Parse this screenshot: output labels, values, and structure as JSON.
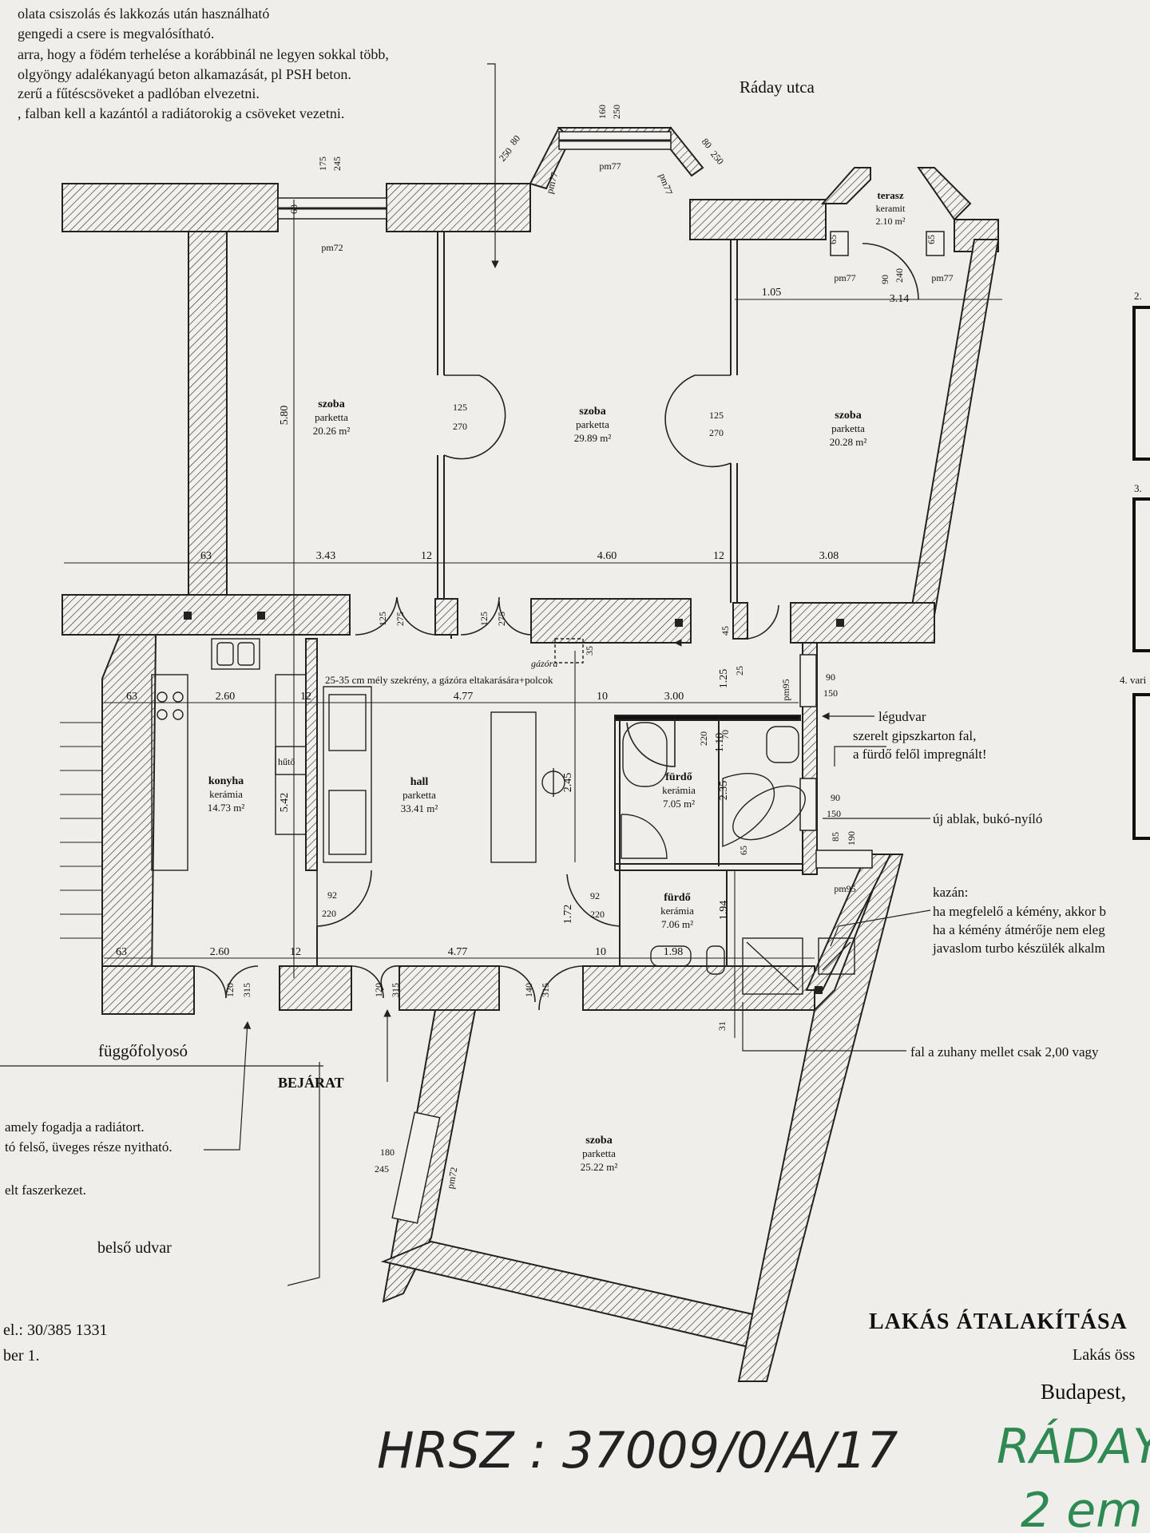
{
  "notes": [
    "olata csiszolás és lakkozás után használható",
    "gengedi a csere is megvalósítható.",
    "arra, hogy a födém terhelése a korábbinál ne legyen sokkal több,",
    "olgyöngy adalékanyagú beton alkamazását, pl PSH beton.",
    "zerű a fűtéscsöveket a padlóban elvezetni.",
    ", falban kell a kazántól a radiátorokig a csöveket vezetni."
  ],
  "street": "Ráday utca",
  "rooms": {
    "szoba1": {
      "name": "szoba",
      "floor": "parketta",
      "area": "20.26 m²"
    },
    "szoba2": {
      "name": "szoba",
      "floor": "parketta",
      "area": "29.89 m²"
    },
    "szoba3": {
      "name": "szoba",
      "floor": "parketta",
      "area": "20.28 m²"
    },
    "terasz": {
      "name": "terasz",
      "floor": "keramit",
      "area": "2.10 m²"
    },
    "konyha": {
      "name": "konyha",
      "floor": "kerámia",
      "area": "14.73 m²"
    },
    "hall": {
      "name": "hall",
      "floor": "parketta",
      "area": "33.41 m²"
    },
    "furdo1": {
      "name": "fürdő",
      "floor": "kerámia",
      "area": "7.05 m²"
    },
    "furdo2": {
      "name": "fürdő",
      "floor": "kerámia",
      "area": "7.06 m²"
    },
    "szoba4": {
      "name": "szoba",
      "floor": "parketta",
      "area": "25.22 m²"
    }
  },
  "dims": {
    "d63a": "63",
    "d343": "3.43",
    "d12a": "12",
    "d460": "4.60",
    "d12b": "12",
    "d308": "3.08",
    "d63b": "63",
    "d260a": "2.60",
    "d12c": "12",
    "d477a": "4.77",
    "d10a": "10",
    "d300": "3.00",
    "d63c": "63",
    "d260b": "2.60",
    "d12d": "12",
    "d477b": "4.77",
    "d10b": "10",
    "d198": "1.98",
    "d580": "5.80",
    "d542": "5.42",
    "d105": "1.05",
    "d314": "3.14",
    "d245": "2.45",
    "d235": "2.35",
    "d194": "1.94",
    "d172": "1.72",
    "d110": "1.10",
    "d125": "1.25"
  },
  "openings": {
    "w175": "175",
    "w245": "245",
    "w160": "160",
    "w250": "250",
    "w80a": "80",
    "w250b": "250",
    "w80b": "80",
    "w250c": "250",
    "d125a": "125",
    "d270a": "270",
    "d125b": "125",
    "d270b": "270",
    "d125c": "125",
    "d275a": "275",
    "d125d": "125",
    "d275b": "275",
    "d92a": "92",
    "d220a": "220",
    "d92b": "92",
    "d220b": "220",
    "d120a": "120",
    "d315a": "315",
    "d120b": "120",
    "d315b": "315",
    "d140": "140",
    "d315c": "315",
    "w90a": "90",
    "w150a": "150",
    "w90b": "90",
    "w150b": "150",
    "w180": "180",
    "w245b": "245",
    "pm72a": "pm72",
    "pm77a": "pm77",
    "pm77b": "pm77",
    "pm77c": "pm77",
    "pm77d": "pm77",
    "pm77e": "pm77",
    "pm95a": "pm95",
    "pm95b": "pm95",
    "pm72b": "pm72",
    "pm63": "63",
    "pm65a": "65",
    "pm65b": "65",
    "pm240": "240",
    "pm90": "90",
    "d70": "70",
    "d220c": "220",
    "d45": "45",
    "d35": "35",
    "d25": "25",
    "d85": "85",
    "d190": "190",
    "d31": "31",
    "d65": "65"
  },
  "annotations": {
    "szekreny": "25-35 cm mély szekrény, a gázóra eltakarására+polcok",
    "gazora": "gázóra",
    "huto": "hűtő",
    "legudvar": "légudvar",
    "gipszkarton1": "szerelt gipszkarton fal,",
    "gipszkarton2": "a fürdő felől impregnált!",
    "ablak": "új ablak, bukó-nyíló",
    "kazan": "kazán:",
    "kazan1": "ha megfelelő a kémény, akkor b",
    "kazan2": "ha a kémény átmérője nem eleg",
    "kazan3": "javaslom turbo készülék alkalm",
    "zuhany": "fal a zuhany mellet csak 2,00 vagy",
    "fuggofolyoso": "függőfolyosó",
    "bejarat": "BEJÁRAT",
    "radiator1": "amely fogadja a radiátort.",
    "radiator2": "tó felső, üveges része nyitható.",
    "faszerkezet": "elt faszerkezet.",
    "belso": "belső udvar",
    "tel": "el.: 30/385 1331",
    "ber": "ber 1."
  },
  "titleblock": {
    "title": "LAKÁS ÁTALAKÍTÁSA",
    "sub": "Lakás öss",
    "city": "Budapest,"
  },
  "handwriting": {
    "hrsz": "HRSZ : 37009/0/A/17",
    "raday": "RÁDAY",
    "em": "2 em"
  },
  "side_labels": [
    "2.",
    "3.",
    "4. vari"
  ]
}
